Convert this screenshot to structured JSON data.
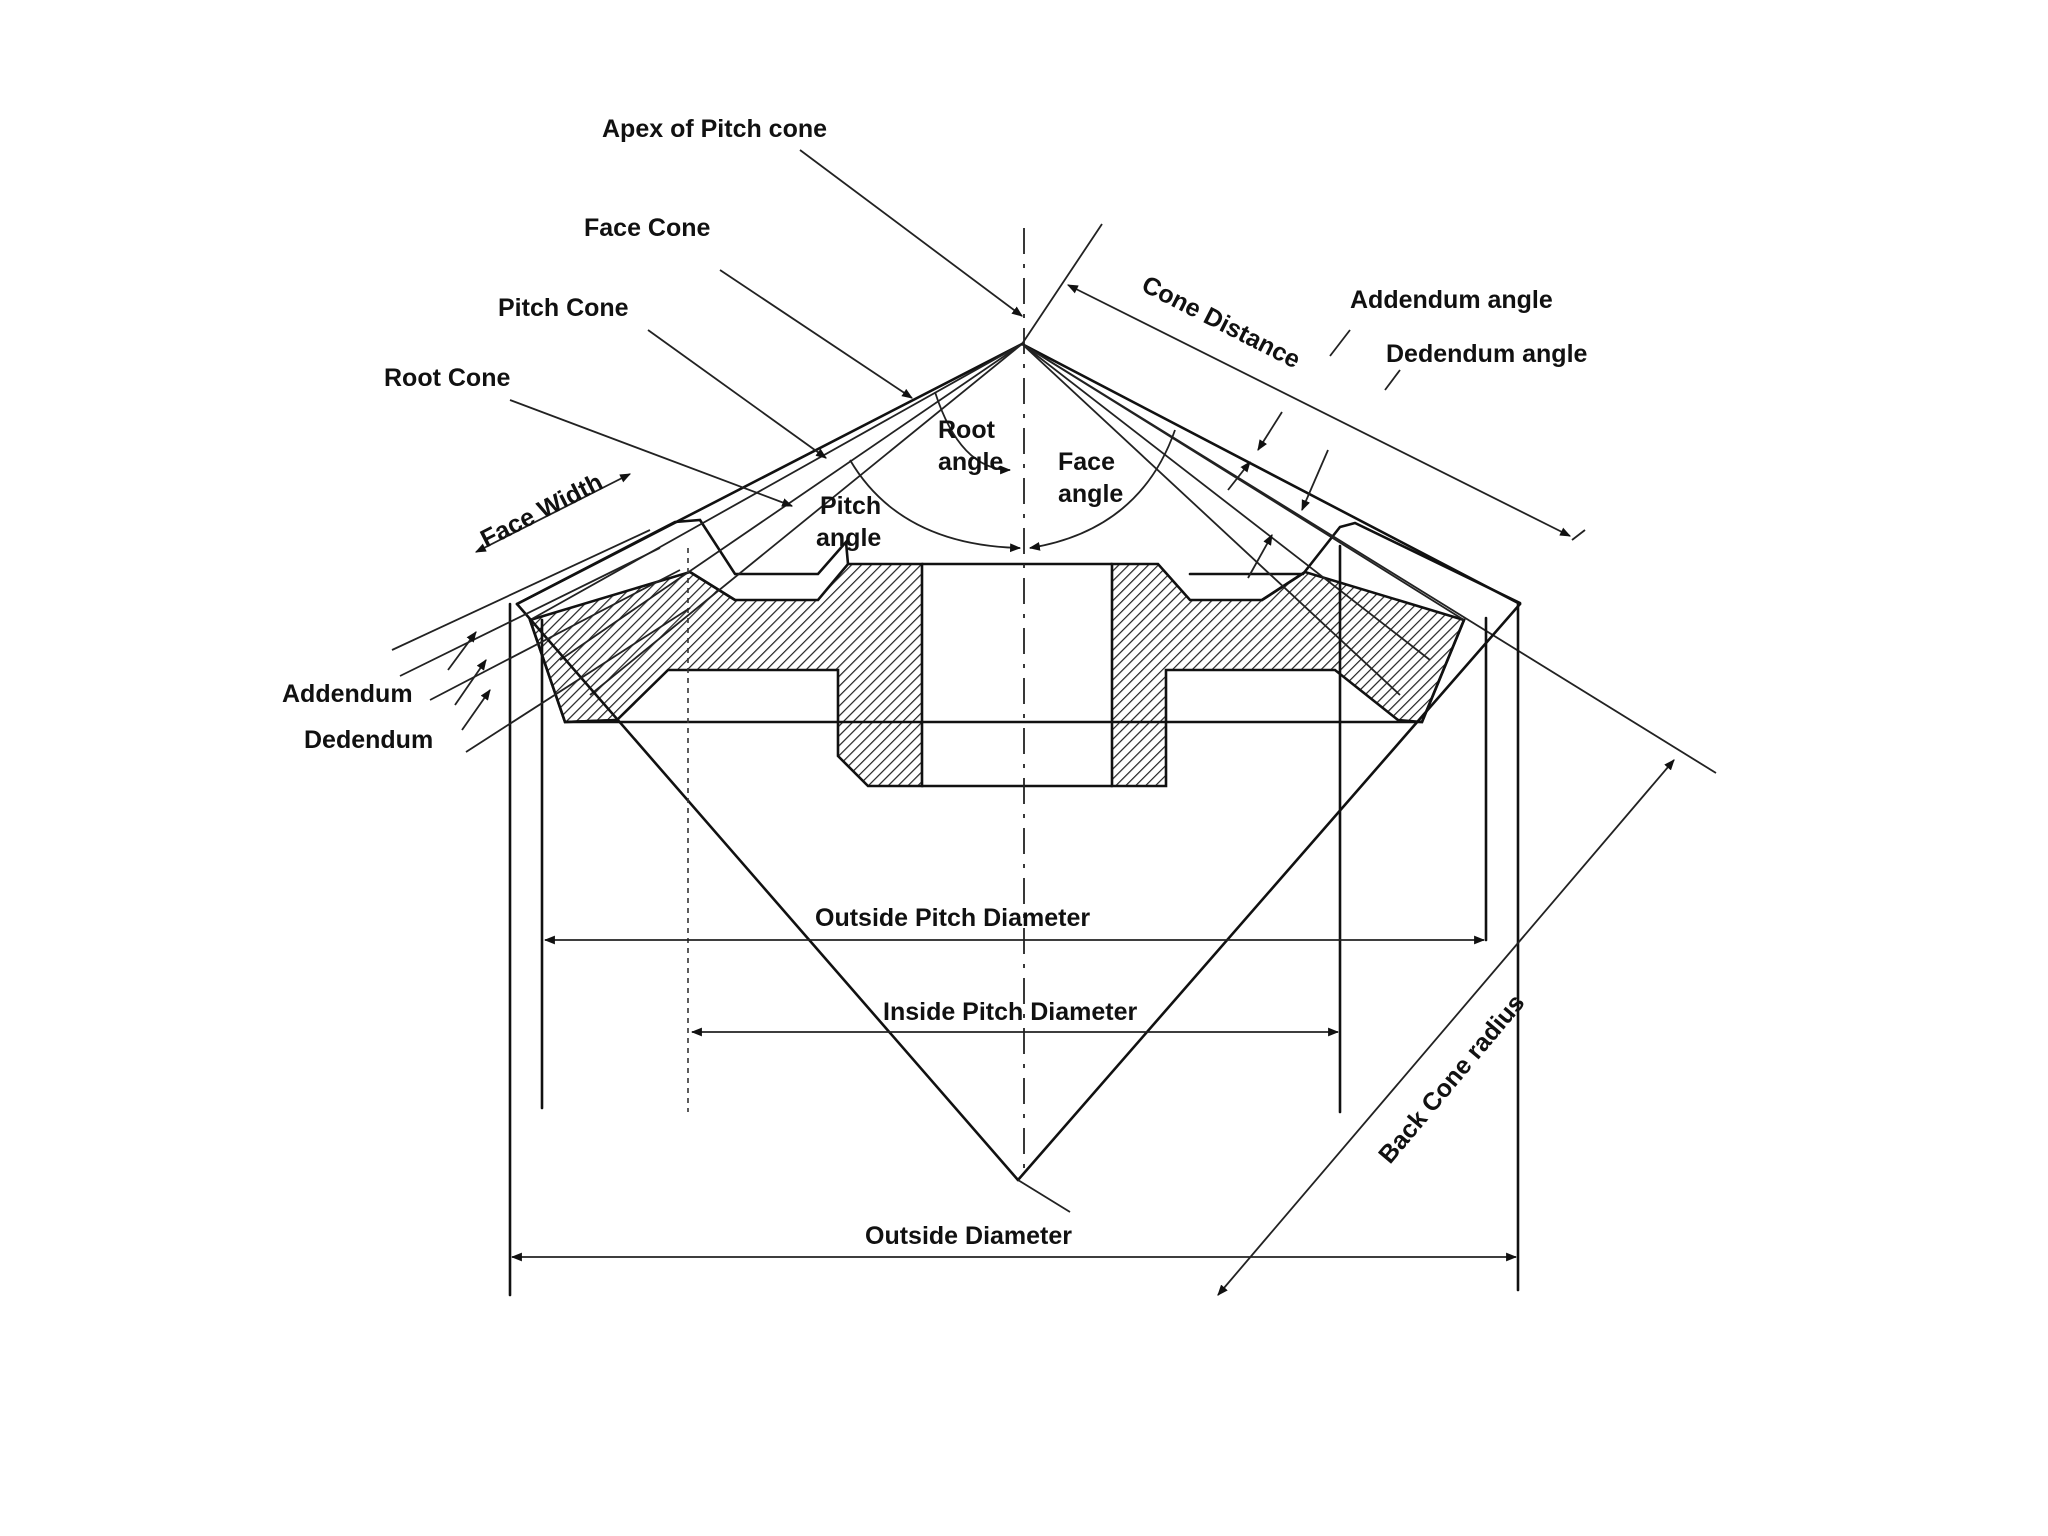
{
  "labels": {
    "apex_of_pitch_cone": "Apex of Pitch cone",
    "face_cone": "Face Cone",
    "pitch_cone": "Pitch Cone",
    "root_cone": "Root Cone",
    "face_width": "Face Width",
    "addendum": "Addendum",
    "dedendum": "Dedendum",
    "root_angle_1": "Root",
    "root_angle_2": "angle",
    "face_angle_1": "Face",
    "face_angle_2": "angle",
    "pitch_angle_1": "Pitch",
    "pitch_angle_2": "angle",
    "cone_distance": "Cone Distance",
    "addendum_angle": "Addendum angle",
    "dedendum_angle": "Dedendum angle",
    "outside_pitch_diameter": "Outside Pitch Diameter",
    "inside_pitch_diameter": "Inside Pitch Diameter",
    "outside_diameter": "Outside Diameter",
    "back_cone_radius": "Back Cone radius"
  }
}
